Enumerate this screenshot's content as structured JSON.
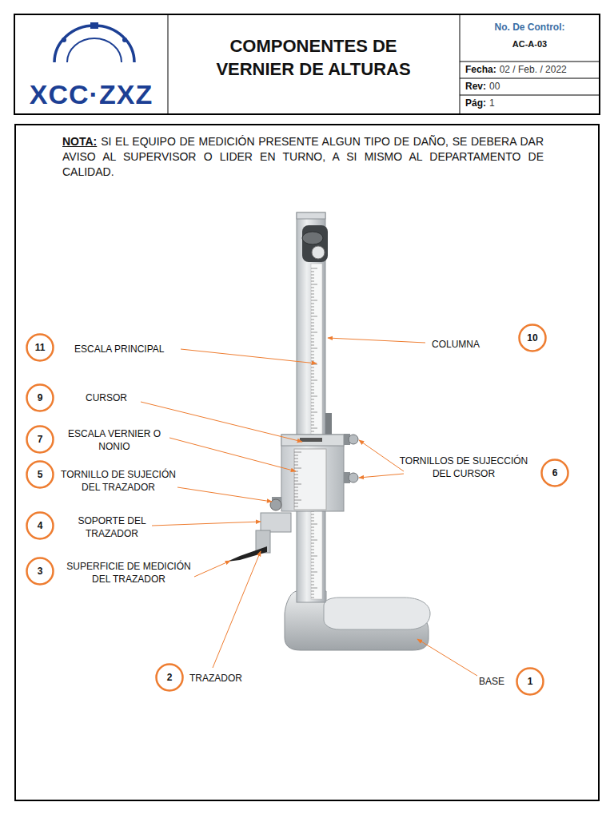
{
  "diagram": {
    "title": "COMPONENTES DE VERNIER DE ALTURAS",
    "nodes": [
      {
        "text": [
          "XCC·ZXZ"
        ]
      },
      {
        "text": [
          "No. De Control:",
          "AC-A-03"
        ]
      },
      {
        "text": [
          "Fecha:",
          "02 / Feb. / 2022"
        ]
      },
      {
        "text": [
          "Rev:",
          "00"
        ]
      },
      {
        "text": [
          "Pág:",
          "1"
        ]
      },
      {
        "text": [
          "NOTA:",
          "SI EL EQUIPO DE MEDICIÓN PRESENTE ALGUN TIPO DE DAÑO, SE DEBERA DAR AVISO AL SUPERVISOR O LIDER EN TURNO, A SI MISMO AL DEPARTAMENTO DE CALIDAD."
        ]
      },
      {
        "text": [
          "11"
        ],
        "in": 5
      },
      {
        "text": [
          "10"
        ],
        "in": 5
      },
      {
        "text": [
          "9"
        ],
        "in": 5
      },
      {
        "text": [
          "7"
        ],
        "in": 5
      },
      {
        "text": [
          "5"
        ],
        "in": 5
      },
      {
        "text": [
          "6"
        ],
        "in": 5
      },
      {
        "text": [
          "4"
        ],
        "in": 5
      },
      {
        "text": [
          "3"
        ],
        "in": 5
      },
      {
        "text": [
          "2"
        ],
        "in": 5
      },
      {
        "text": [
          "1"
        ],
        "in": 5
      }
    ],
    "labels": [
      "ESCALA PRINCIPAL",
      "COLUMNA",
      "CURSOR",
      "ESCALA VERNIER O NONIO",
      "TORNILLO DE SUJECIÓN DEL TRAZADOR",
      "TORNILLOS DE SUJECCIÓN DEL CURSOR",
      "SOPORTE DEL TRAZADOR",
      "SUPERFICIE DE MEDICIÓN DEL TRAZADOR",
      "TRAZADOR",
      "BASE"
    ]
  }
}
